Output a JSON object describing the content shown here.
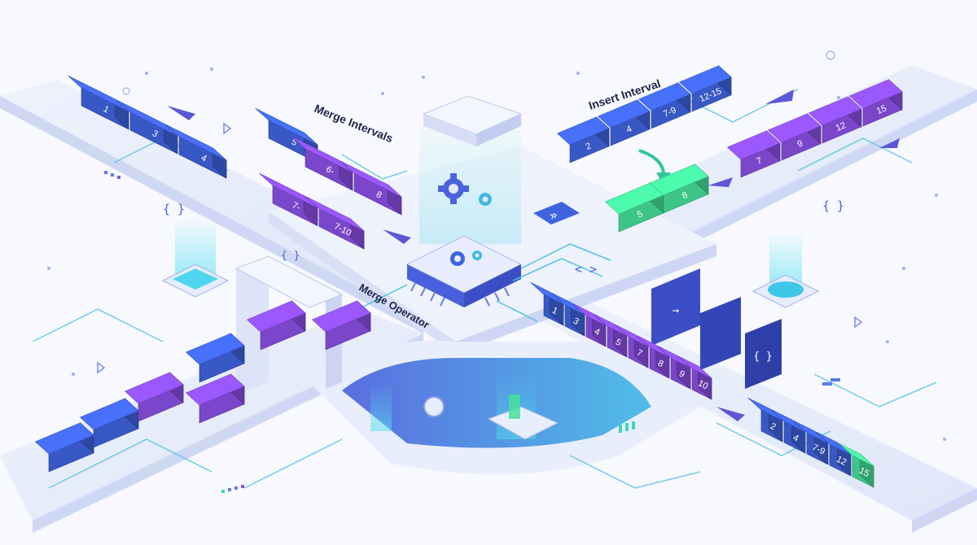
{
  "labels": {
    "merge_intervals": "Merge Intervals",
    "insert_interval": "Insert Interval",
    "merge_operator": "Merge Operator"
  },
  "colors": {
    "blue": "#3f64e0",
    "purple": "#8b4fe6",
    "green": "#45e09a",
    "cyan": "#4fd6ec",
    "track": "#e6ecfb",
    "circuit": "#4fc3dd"
  },
  "icons": {
    "braces": "{ }",
    "code_brackets": "< >",
    "arrow_right": "→",
    "double_chevron": "»"
  },
  "rows": {
    "input_left": [
      "1",
      "3",
      "4"
    ],
    "merge_input_top": [
      "5"
    ],
    "merge_input_mid": [
      "6-",
      "8"
    ],
    "merge_input_bottom": [
      "7-",
      "7-10"
    ],
    "insert_row": [
      "2",
      "4",
      "7-9",
      "12-15"
    ],
    "output_top_right": [
      "7",
      "9",
      "12",
      "15"
    ],
    "insert_new": [
      "5",
      "8"
    ],
    "merged_row": [
      "1",
      "3",
      "4",
      "5",
      "7",
      "8",
      "9",
      "10"
    ],
    "result_bottom_right": [
      "2",
      "4",
      "7-9",
      "12",
      "15"
    ]
  }
}
